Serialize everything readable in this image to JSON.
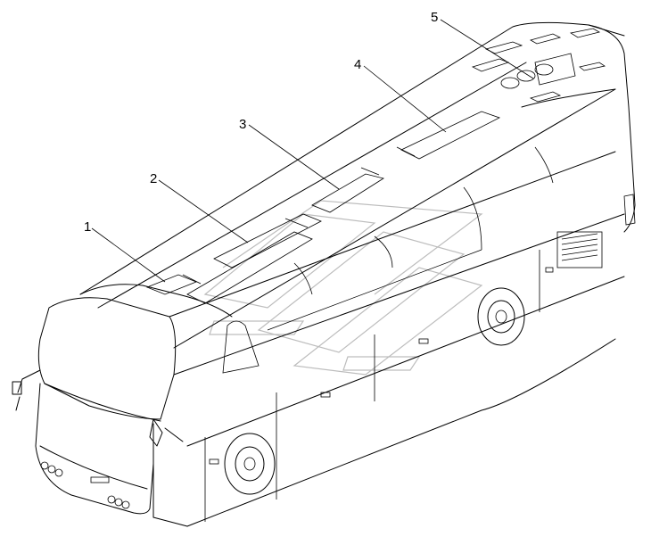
{
  "diagram": {
    "callouts": [
      {
        "id": "c1",
        "label": "1"
      },
      {
        "id": "c2",
        "label": "2"
      },
      {
        "id": "c3",
        "label": "3"
      },
      {
        "id": "c4",
        "label": "4"
      },
      {
        "id": "c5",
        "label": "5"
      }
    ],
    "line_color": "#000000",
    "watermark_color": "#bdbdbd",
    "background": "#ffffff"
  }
}
